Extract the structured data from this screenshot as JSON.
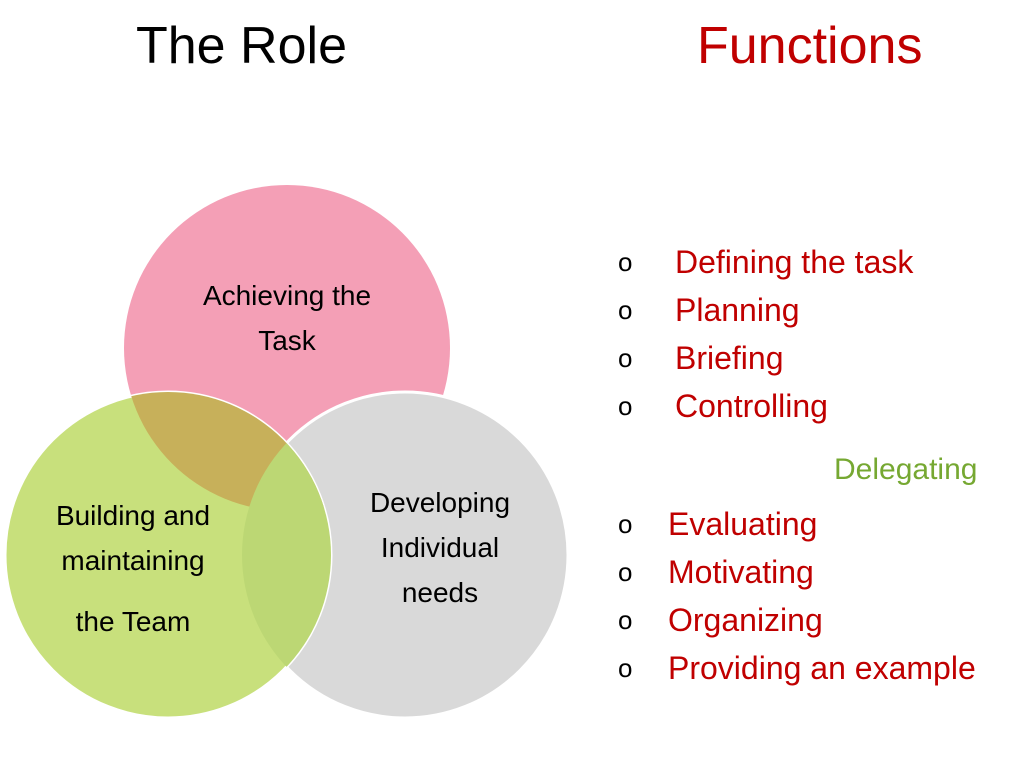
{
  "titles": {
    "left": "The Role",
    "right": "Functions"
  },
  "venn": {
    "circles": [
      {
        "id": "task",
        "lines": [
          "Achieving the",
          "Task"
        ],
        "color": "#f49fb6"
      },
      {
        "id": "individual",
        "lines": [
          "Developing",
          "Individual",
          "needs"
        ],
        "color": "#d9d9d9"
      },
      {
        "id": "team",
        "lines": [
          "Building and",
          "maintaining",
          "the Team"
        ],
        "color": "#c8e07c"
      }
    ],
    "overlap_colors": {
      "task_team": "#c7b05a",
      "team_individual": "#bcd774"
    }
  },
  "functions": {
    "group1": [
      "Defining the task",
      "Planning",
      "Briefing",
      "Controlling"
    ],
    "delegating": "Delegating",
    "group2": [
      "Evaluating",
      "Motivating",
      "Organizing",
      "Providing an example"
    ]
  },
  "colors": {
    "accent_red": "#c00000",
    "accent_green": "#76a832"
  },
  "bullet_symbol": "o"
}
